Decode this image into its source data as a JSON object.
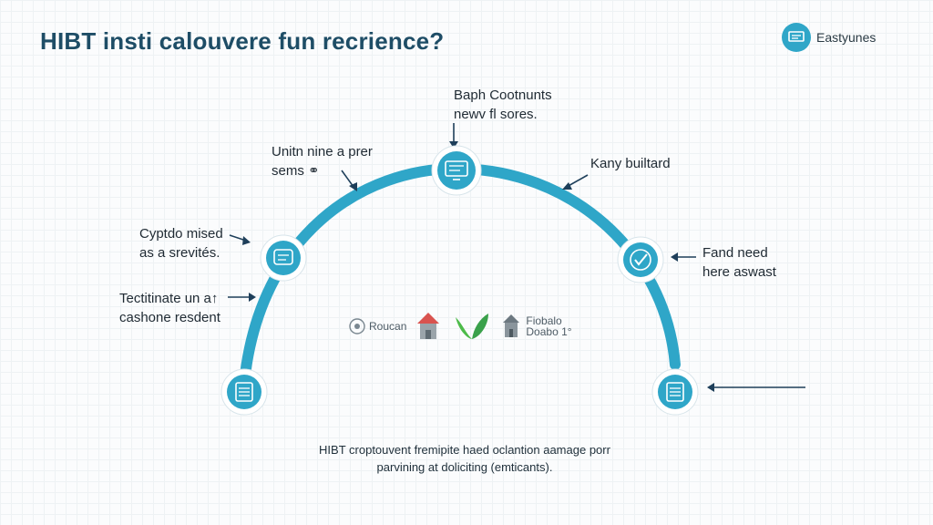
{
  "header": {
    "title": "HIBT insti calouvere fun recrience?",
    "brand_label": "Eastyunes",
    "brand_icon": "screen-icon"
  },
  "labels": {
    "top": [
      "Baph Cootnunts",
      "newv fl sores."
    ],
    "upper_left": [
      "Unitn nine a prer",
      "sems ⚭"
    ],
    "upper_right": [
      "Kany builtard"
    ],
    "mid_left": [
      "Cyptdo mised",
      "as a srevités."
    ],
    "mid_right": [
      "Fand need",
      "here aswast"
    ],
    "lower_left": [
      "Tectitinate un a↑",
      "cashone resdent"
    ]
  },
  "center_logos": {
    "first_label": "Roucan",
    "second_label": [
      "Fiobalo",
      "Doabo 1°"
    ]
  },
  "footer": {
    "line1": "HIBT croptouvent fremipite haed oclantion aamage porr",
    "line2": "parvining at doliciting (emticants)."
  },
  "colors": {
    "arc": "#2fa6c8",
    "title": "#1e4d66",
    "arrow": "#1e3f5a",
    "node_fill": "#2fa6c8",
    "leaf_green": "#4dbb4a"
  },
  "node_icons": [
    "document-icon",
    "scroll-icon",
    "screen-icon",
    "check-icon",
    "document-icon"
  ]
}
